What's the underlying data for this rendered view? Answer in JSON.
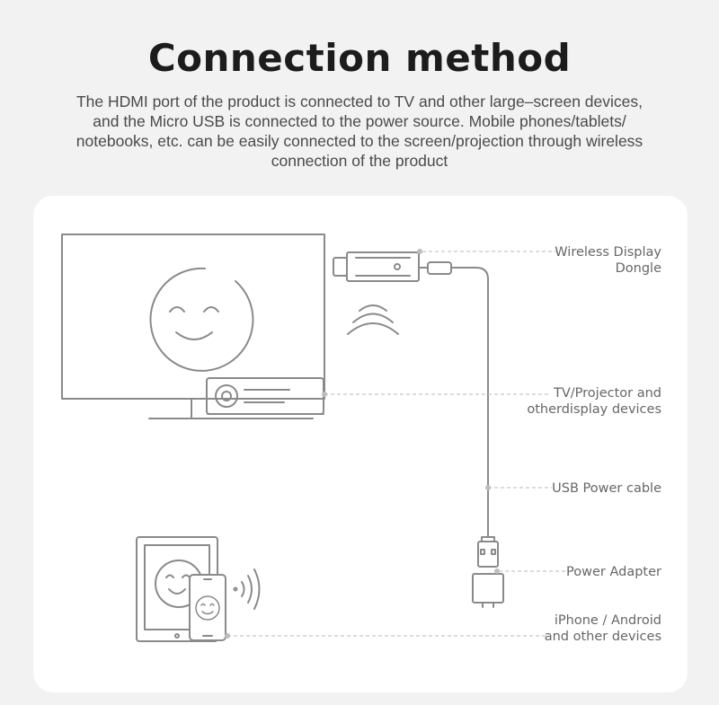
{
  "header": {
    "title": "Connection method",
    "description_lines": [
      "The HDMI port of the product is connected to TV and other large–screen devices,",
      "and the Micro USB is connected to the power source. Mobile phones/tablets/",
      "notebooks, etc. can be easily connected to the screen/projection through wireless",
      "connection of the product"
    ]
  },
  "labels": {
    "dongle": [
      "Wireless Display",
      "Dongle"
    ],
    "tv": [
      "TV/Projector and",
      "otherdisplay devices"
    ],
    "cable": [
      "USB Power cable"
    ],
    "adapter": [
      "Power Adapter"
    ],
    "phone": [
      "iPhone / Android",
      "and other devices"
    ]
  },
  "colors": {
    "line": "#c8c8c8",
    "device_stroke": "#8a8a8a",
    "label_text": "#666666",
    "card": "#ffffff",
    "background": "#f2f2f2"
  }
}
